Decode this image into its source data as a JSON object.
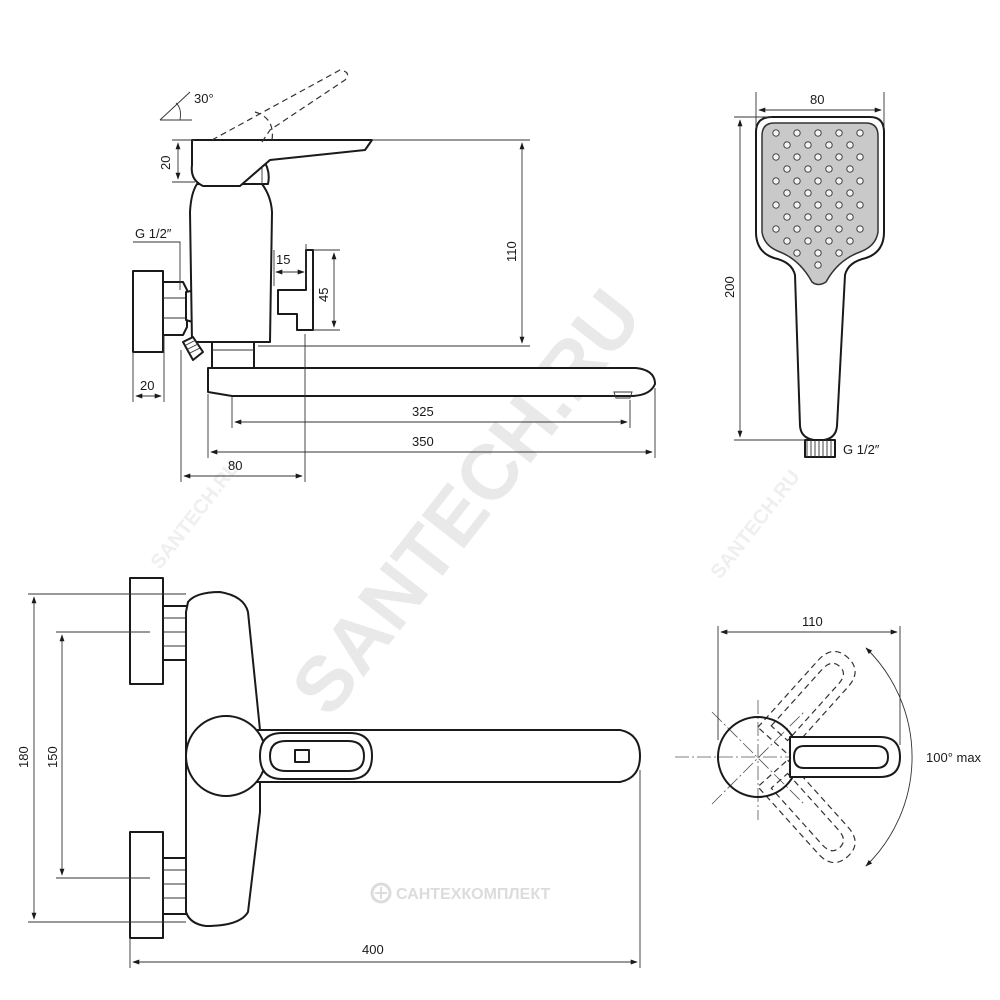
{
  "watermark": {
    "main": "SANTECH.RU",
    "repeat": "SANTECH.RU",
    "logo_text": "САНТЕХКОМПЛЕКТ"
  },
  "side_view": {
    "angle": "30°",
    "handle_height": "20",
    "connection_thread": "G 1/2″",
    "body_height": "110",
    "lever_width": "15",
    "diverter_height": "45",
    "eccentric_width": "20",
    "spout_reach_inner": "325",
    "spout_reach_total": "350",
    "wall_offset": "80"
  },
  "shower_head": {
    "width": "80",
    "length": "200",
    "connection_thread": "G 1/2″"
  },
  "front_view": {
    "overall_height": "180",
    "connection_spacing": "150",
    "overall_length": "400"
  },
  "top_view": {
    "width": "110",
    "rotation": "100° max"
  }
}
